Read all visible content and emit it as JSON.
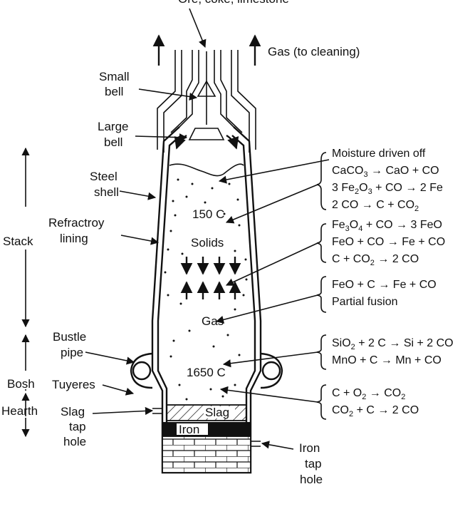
{
  "labels": {
    "top_charge": "Ore, coke, limestone",
    "gas_out": "Gas (to cleaning)",
    "small_bell_1": "Small",
    "small_bell_2": "bell",
    "large_bell_1": "Large",
    "large_bell_2": "bell",
    "steel_shell_1": "Steel",
    "steel_shell_2": "shell",
    "refractory_1": "Refractroy",
    "refractory_2": "lining",
    "stack": "Stack",
    "bustle_1": "Bustle",
    "bustle_2": "pipe",
    "bosh": "Bosh",
    "tuyeres": "Tuyeres",
    "hearth": "Hearth",
    "slag_tap_1": "Slag",
    "slag_tap_2": "tap",
    "slag_tap_3": "hole",
    "temp_top": "150 C",
    "solids": "Solids",
    "gas": "Gas",
    "temp_bottom": "1650 C",
    "slag": "Slag",
    "iron": "Iron",
    "iron_tap_1": "Iron",
    "iron_tap_2": "tap",
    "iron_tap_3": "hole"
  },
  "reactions": {
    "g1": {
      "r1": "Moisture driven off",
      "r2": {
        "a": "CaCO",
        "s1": "3",
        "b": " → CaO + CO"
      },
      "r3": {
        "a": "3 Fe",
        "s1": "2",
        "b": "O",
        "s2": "3",
        "c": " + CO → 2 Fe"
      },
      "r4": {
        "a": "2 CO → C + CO",
        "s1": "2"
      }
    },
    "g2": {
      "r1": {
        "a": "Fe",
        "s1": "3",
        "b": "O",
        "s2": "4",
        "c": " + CO → 3 FeO"
      },
      "r2": "FeO + CO → Fe + CO",
      "r3": {
        "a": "C + CO",
        "s1": "2",
        "b": " → 2 CO"
      }
    },
    "g3": {
      "r1": "FeO + C → Fe + CO",
      "r2": "Partial fusion"
    },
    "g4": {
      "r1": {
        "a": "SiO",
        "s1": "2",
        "b": " + 2 C → Si + 2 CO"
      },
      "r2": "MnO + C → Mn + CO"
    },
    "g5": {
      "r1": {
        "a": "C + O",
        "s1": "2",
        "b": " → CO",
        "s2": "2"
      },
      "r2": {
        "a": "CO",
        "s1": "2",
        "b": " + C → 2 CO"
      }
    }
  }
}
